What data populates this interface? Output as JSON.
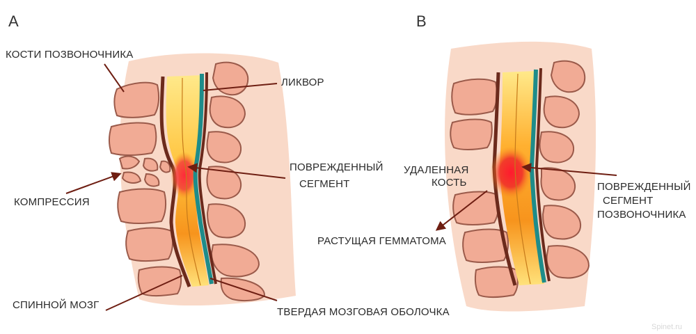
{
  "panels": {
    "a": "А",
    "b": "В"
  },
  "labels": {
    "bones": "КОСТИ ПОЗВОНОЧНИКА",
    "compression": "КОМПРЕССИЯ",
    "spinal_cord": "СПИННОЙ МОЗГ",
    "csf": "ЛИКВОР",
    "damaged_segment_a_line1": "ПОВРЕЖДЕННЫЙ",
    "damaged_segment_a_line2": "СЕГМЕНТ",
    "dura": "ТВЕРДАЯ МОЗГОВАЯ ОБОЛОЧКА",
    "removed_bone_line1": "УДАЛЕННАЯ",
    "removed_bone_line2": "КОСТЬ",
    "hematoma": "РАСТУЩАЯ ГЕММАТОМА",
    "damaged_segment_b_line1": "ПОВРЕЖДЕННЫЙ",
    "damaged_segment_b_line2": "СЕГМЕНТ",
    "damaged_segment_b_line3": "ПОЗВОНОЧНИКА"
  },
  "watermark": "Spinet.ru",
  "colors": {
    "background_tissue": "#f9d9c8",
    "bone_fill": "#f1ab95",
    "bone_stroke": "#8c4b3e",
    "cord_yellow": "#ffe680",
    "cord_orange": "#f7941d",
    "teal_layer": "#1e8c8a",
    "dura_brown": "#6b2a1c",
    "injury_red": "#ee2a24",
    "arrow": "#6e1e12"
  }
}
